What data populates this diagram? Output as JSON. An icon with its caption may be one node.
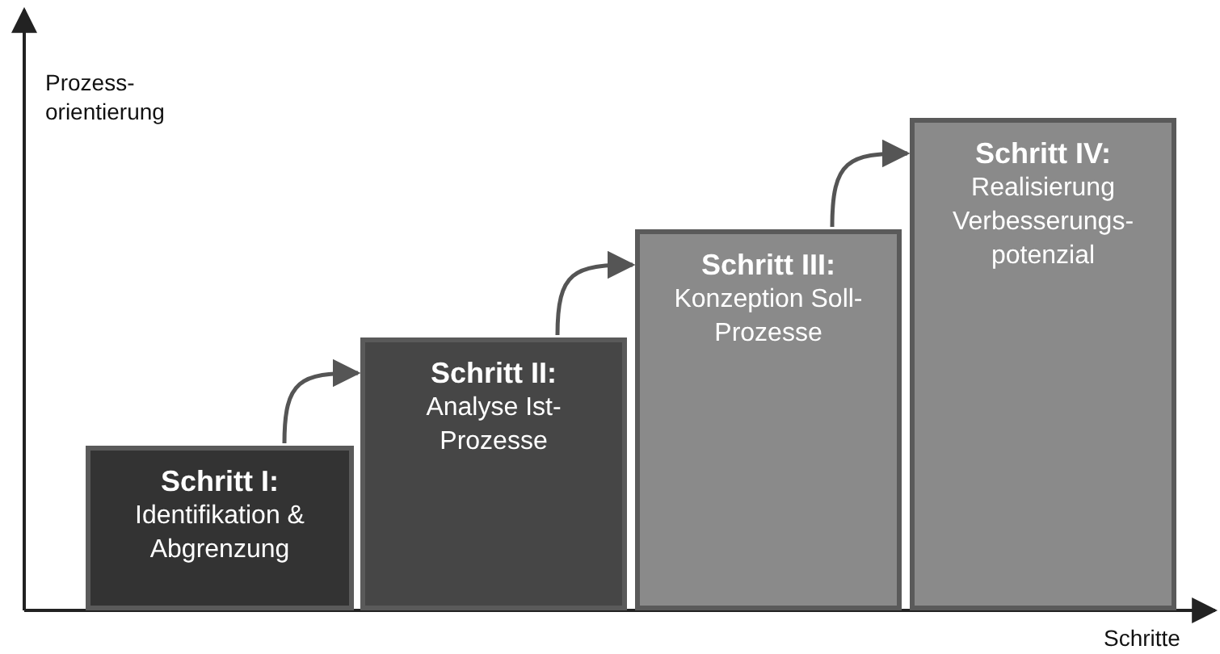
{
  "diagram": {
    "nodes": [
      {
        "text": [
          "Schritt I:",
          "Identifikation & Abgrenzung"
        ]
      },
      {
        "text": [
          "Schritt II:",
          "Analyse Ist-Prozesse"
        ]
      },
      {
        "text": [
          "Schritt III:",
          "Konzeption Soll-Prozesse"
        ]
      },
      {
        "text": [
          "Schritt IV:",
          "Realisierung Verbesserungs- potenzial"
        ]
      }
    ],
    "edges": [
      {
        "from": 0,
        "to": 1,
        "arrow": "to"
      },
      {
        "from": 1,
        "to": 2,
        "arrow": "to"
      },
      {
        "from": 2,
        "to": 3,
        "arrow": "to"
      }
    ],
    "labels": [
      "Prozess- orientierung",
      "Schritte"
    ]
  }
}
